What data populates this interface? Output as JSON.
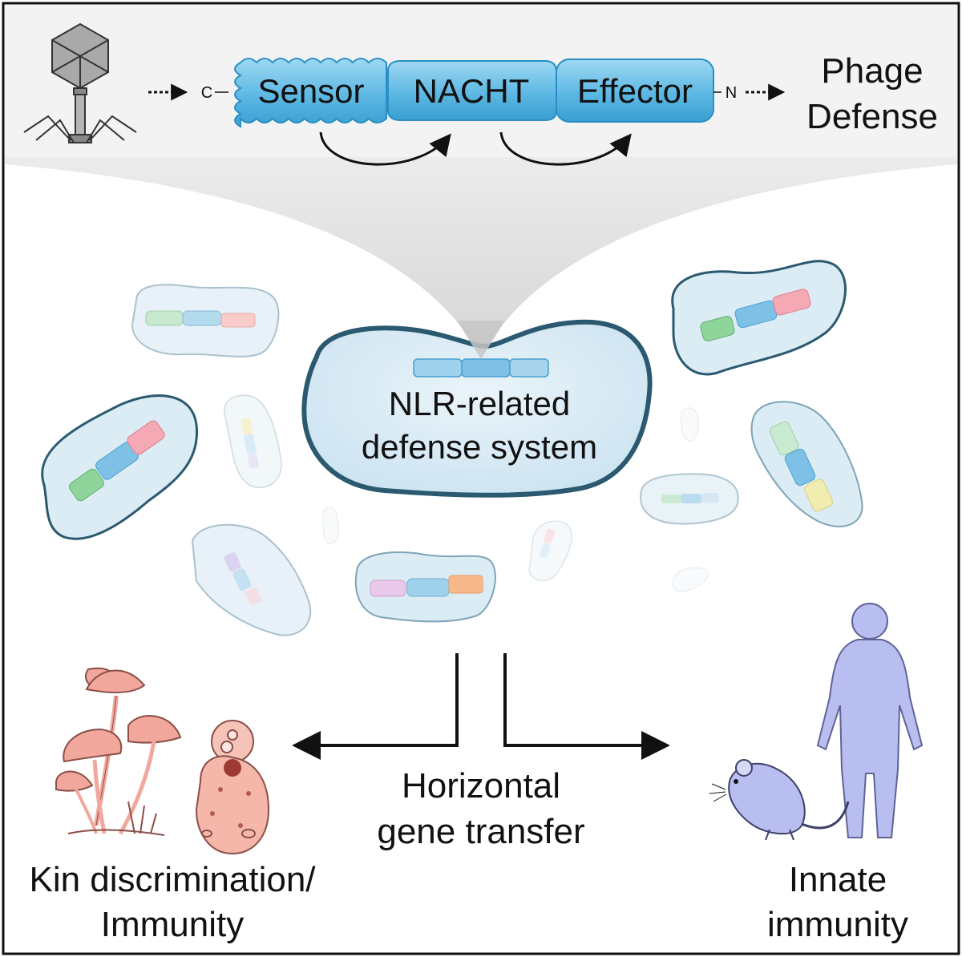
{
  "top_pathway": {
    "c_terminus": "C",
    "n_terminus": "N",
    "domains": [
      "Sensor",
      "NACHT",
      "Effector"
    ],
    "outcome_line1": "Phage",
    "outcome_line2": "Defense"
  },
  "central_cell": {
    "line1": "NLR-related",
    "line2": "defense system"
  },
  "transfer": {
    "line1": "Horizontal",
    "line2": "gene transfer"
  },
  "left_outcome": {
    "line1": "Kin discrimination/",
    "line2": "Immunity"
  },
  "right_outcome": {
    "line1": "Innate",
    "line2": "immunity"
  },
  "colors": {
    "domain_blue": "#6ec3e8",
    "domain_stroke": "#2a8fc4",
    "cell_fill": "#dcecf5",
    "cell_stroke": "#2b5a70",
    "fungi": "#f2a79d",
    "mammal": "#b8bff0"
  }
}
